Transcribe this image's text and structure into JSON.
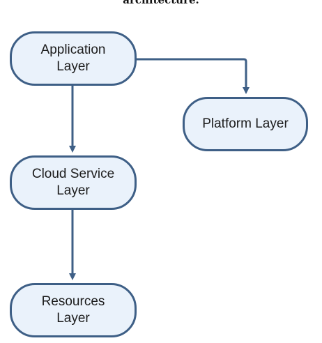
{
  "header": {
    "caption": "architecture."
  },
  "diagram": {
    "nodes": {
      "application": {
        "line1": "Application",
        "line2": "Layer"
      },
      "platform": {
        "line1": "Platform Layer"
      },
      "cloud_service": {
        "line1": "Cloud Service",
        "line2": "Layer"
      },
      "resources": {
        "line1": "Resources",
        "line2": "Layer"
      }
    },
    "edges": [
      {
        "from": "Application Layer",
        "to": "Platform Layer"
      },
      {
        "from": "Application Layer",
        "to": "Cloud Service Layer"
      },
      {
        "from": "Cloud Service Layer",
        "to": "Resources Layer"
      }
    ],
    "colors": {
      "node_fill": "#eaf2fb",
      "node_border": "#3e5f86",
      "connector": "#3e5f86"
    }
  }
}
